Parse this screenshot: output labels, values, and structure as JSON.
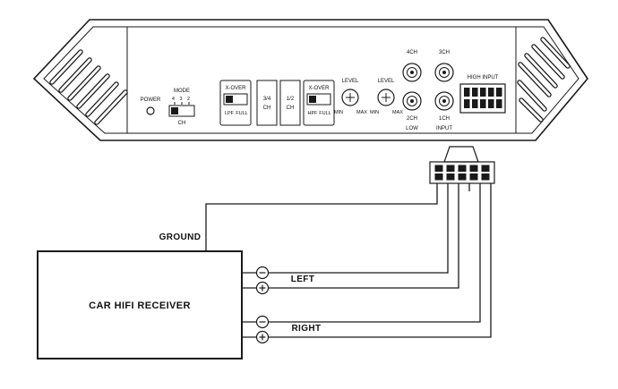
{
  "amp": {
    "power": "POWER",
    "mode": {
      "title": "MODE",
      "positions": "4 3 2",
      "ch": "CH"
    },
    "xover_rear": {
      "title": "X-OVER",
      "opt_a": "LPF",
      "opt_b": "FULL"
    },
    "ch_rear": {
      "top": "3/4",
      "bottom": "CH"
    },
    "ch_front": {
      "top": "1/2",
      "bottom": "CH"
    },
    "xover_front": {
      "title": "X-OVER",
      "opt_a": "HPF",
      "opt_b": "FULL"
    },
    "level_rear": {
      "title": "LEVEL",
      "min": "MIN",
      "max": "MAX"
    },
    "level_front": {
      "title": "LEVEL",
      "min": "MIN",
      "max": "MAX"
    },
    "rca": {
      "ch4": "4CH",
      "ch3": "3CH",
      "ch2": "2CH",
      "ch1": "1CH",
      "low": "LOW",
      "input": "INPUT"
    },
    "high_input": "HIGH INPUT"
  },
  "wiring": {
    "ground": "GROUND",
    "left": "LEFT",
    "right": "RIGHT",
    "receiver": "CAR HIFI RECEIVER"
  },
  "colors": {
    "line": "#1a1a1a",
    "background": "#ffffff"
  }
}
